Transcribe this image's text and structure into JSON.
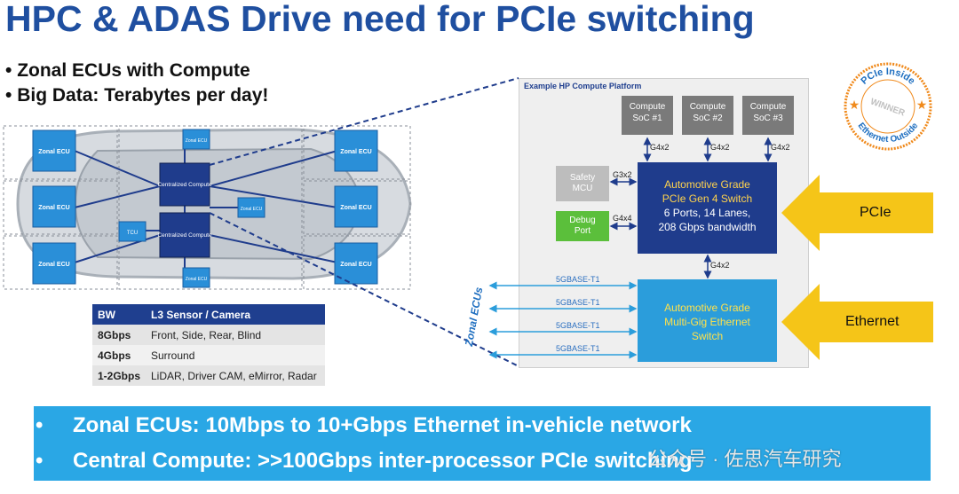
{
  "title": "HPC & ADAS Drive need for PCIe switching",
  "bullets": [
    "Zonal ECUs with Compute",
    "Big Data: Terabytes per day!"
  ],
  "vehicle": {
    "zonal_ecu_label": "Zonal ECU",
    "small_zonal_label": "Zonal ECU",
    "centralized_compute_label": "Centralized Compute",
    "tcu_label": "TCU"
  },
  "bw_table": {
    "headers": [
      "BW",
      "L3 Sensor / Camera"
    ],
    "rows": [
      [
        "8Gbps",
        "Front, Side, Rear, Blind"
      ],
      [
        "4Gbps",
        "Surround"
      ],
      [
        "1-2Gbps",
        "LiDAR, Driver CAM, eMirror, Radar"
      ]
    ]
  },
  "platform": {
    "label": "Example HP Compute Platform",
    "socs": [
      "Compute SoC #1",
      "Compute SoC #2",
      "Compute SoC #3"
    ],
    "soc_line1": "Compute",
    "soc_line2": [
      "SoC #1",
      "SoC #2",
      "SoC #3"
    ],
    "soc_link": "G4x2",
    "safety_mcu": "Safety MCU",
    "safety_l1": "Safety",
    "safety_l2": "MCU",
    "safety_link": "G3x2",
    "debug_l1": "Debug",
    "debug_l2": "Port",
    "debug_link": "G4x4",
    "pcie_switch": {
      "line1": "Automotive Grade",
      "line2": "PCIe Gen 4 Switch",
      "line3": "6 Ports, 14 Lanes,",
      "line4": "208 Gbps bandwidth"
    },
    "switch_link": "G4x2",
    "eth_switch": {
      "line1": "Automotive Grade",
      "line2": "Multi-Gig Ethernet",
      "line3": "Switch"
    },
    "eth_links": [
      "5GBASE-T1",
      "5GBASE-T1",
      "5GBASE-T1",
      "5GBASE-T1"
    ],
    "zonal_ecus_label": "Zonal ECUs"
  },
  "arrows": {
    "pcie": "PCIe",
    "ethernet": "Ethernet"
  },
  "badge": {
    "top": "PCIe Inside",
    "middle": "WINNER",
    "bottom": "Ethernet Outside"
  },
  "banner": {
    "line1": "Zonal ECUs: 10Mbps to 10+Gbps Ethernet in-vehicle  network",
    "line2": "Central Compute: >>100Gbps inter-processor PCIe switching",
    "bullet": "•"
  },
  "watermark": "公众号 · 佐思汽车研究",
  "colors": {
    "title": "#1f4fa0",
    "ecu_blue": "#2a8fd8",
    "compute_navy": "#1f3c8c",
    "banner": "#2aa7e5",
    "arrow_yellow": "#f5c518",
    "badge_orange": "#f08a1c"
  }
}
